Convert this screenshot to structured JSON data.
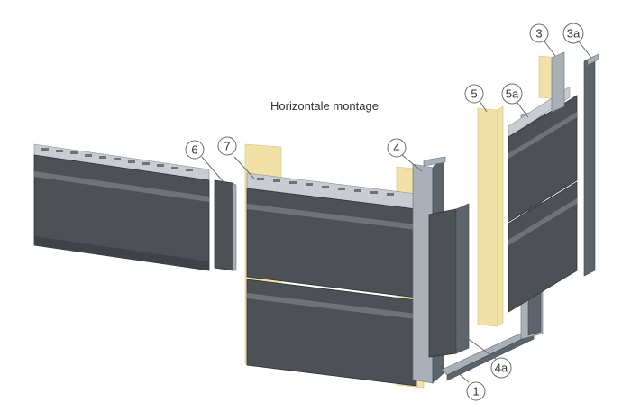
{
  "title": "Horizontale montage",
  "callouts": {
    "c1": "1",
    "c3": "3",
    "c3a": "3a",
    "c4": "4",
    "c4a": "4a",
    "c5": "5",
    "c5a": "5a",
    "c6": "6",
    "c7": "7"
  },
  "colors": {
    "panel": "#4d5054",
    "batten": "#f1e1a6",
    "metal": "#a9b0b8"
  }
}
